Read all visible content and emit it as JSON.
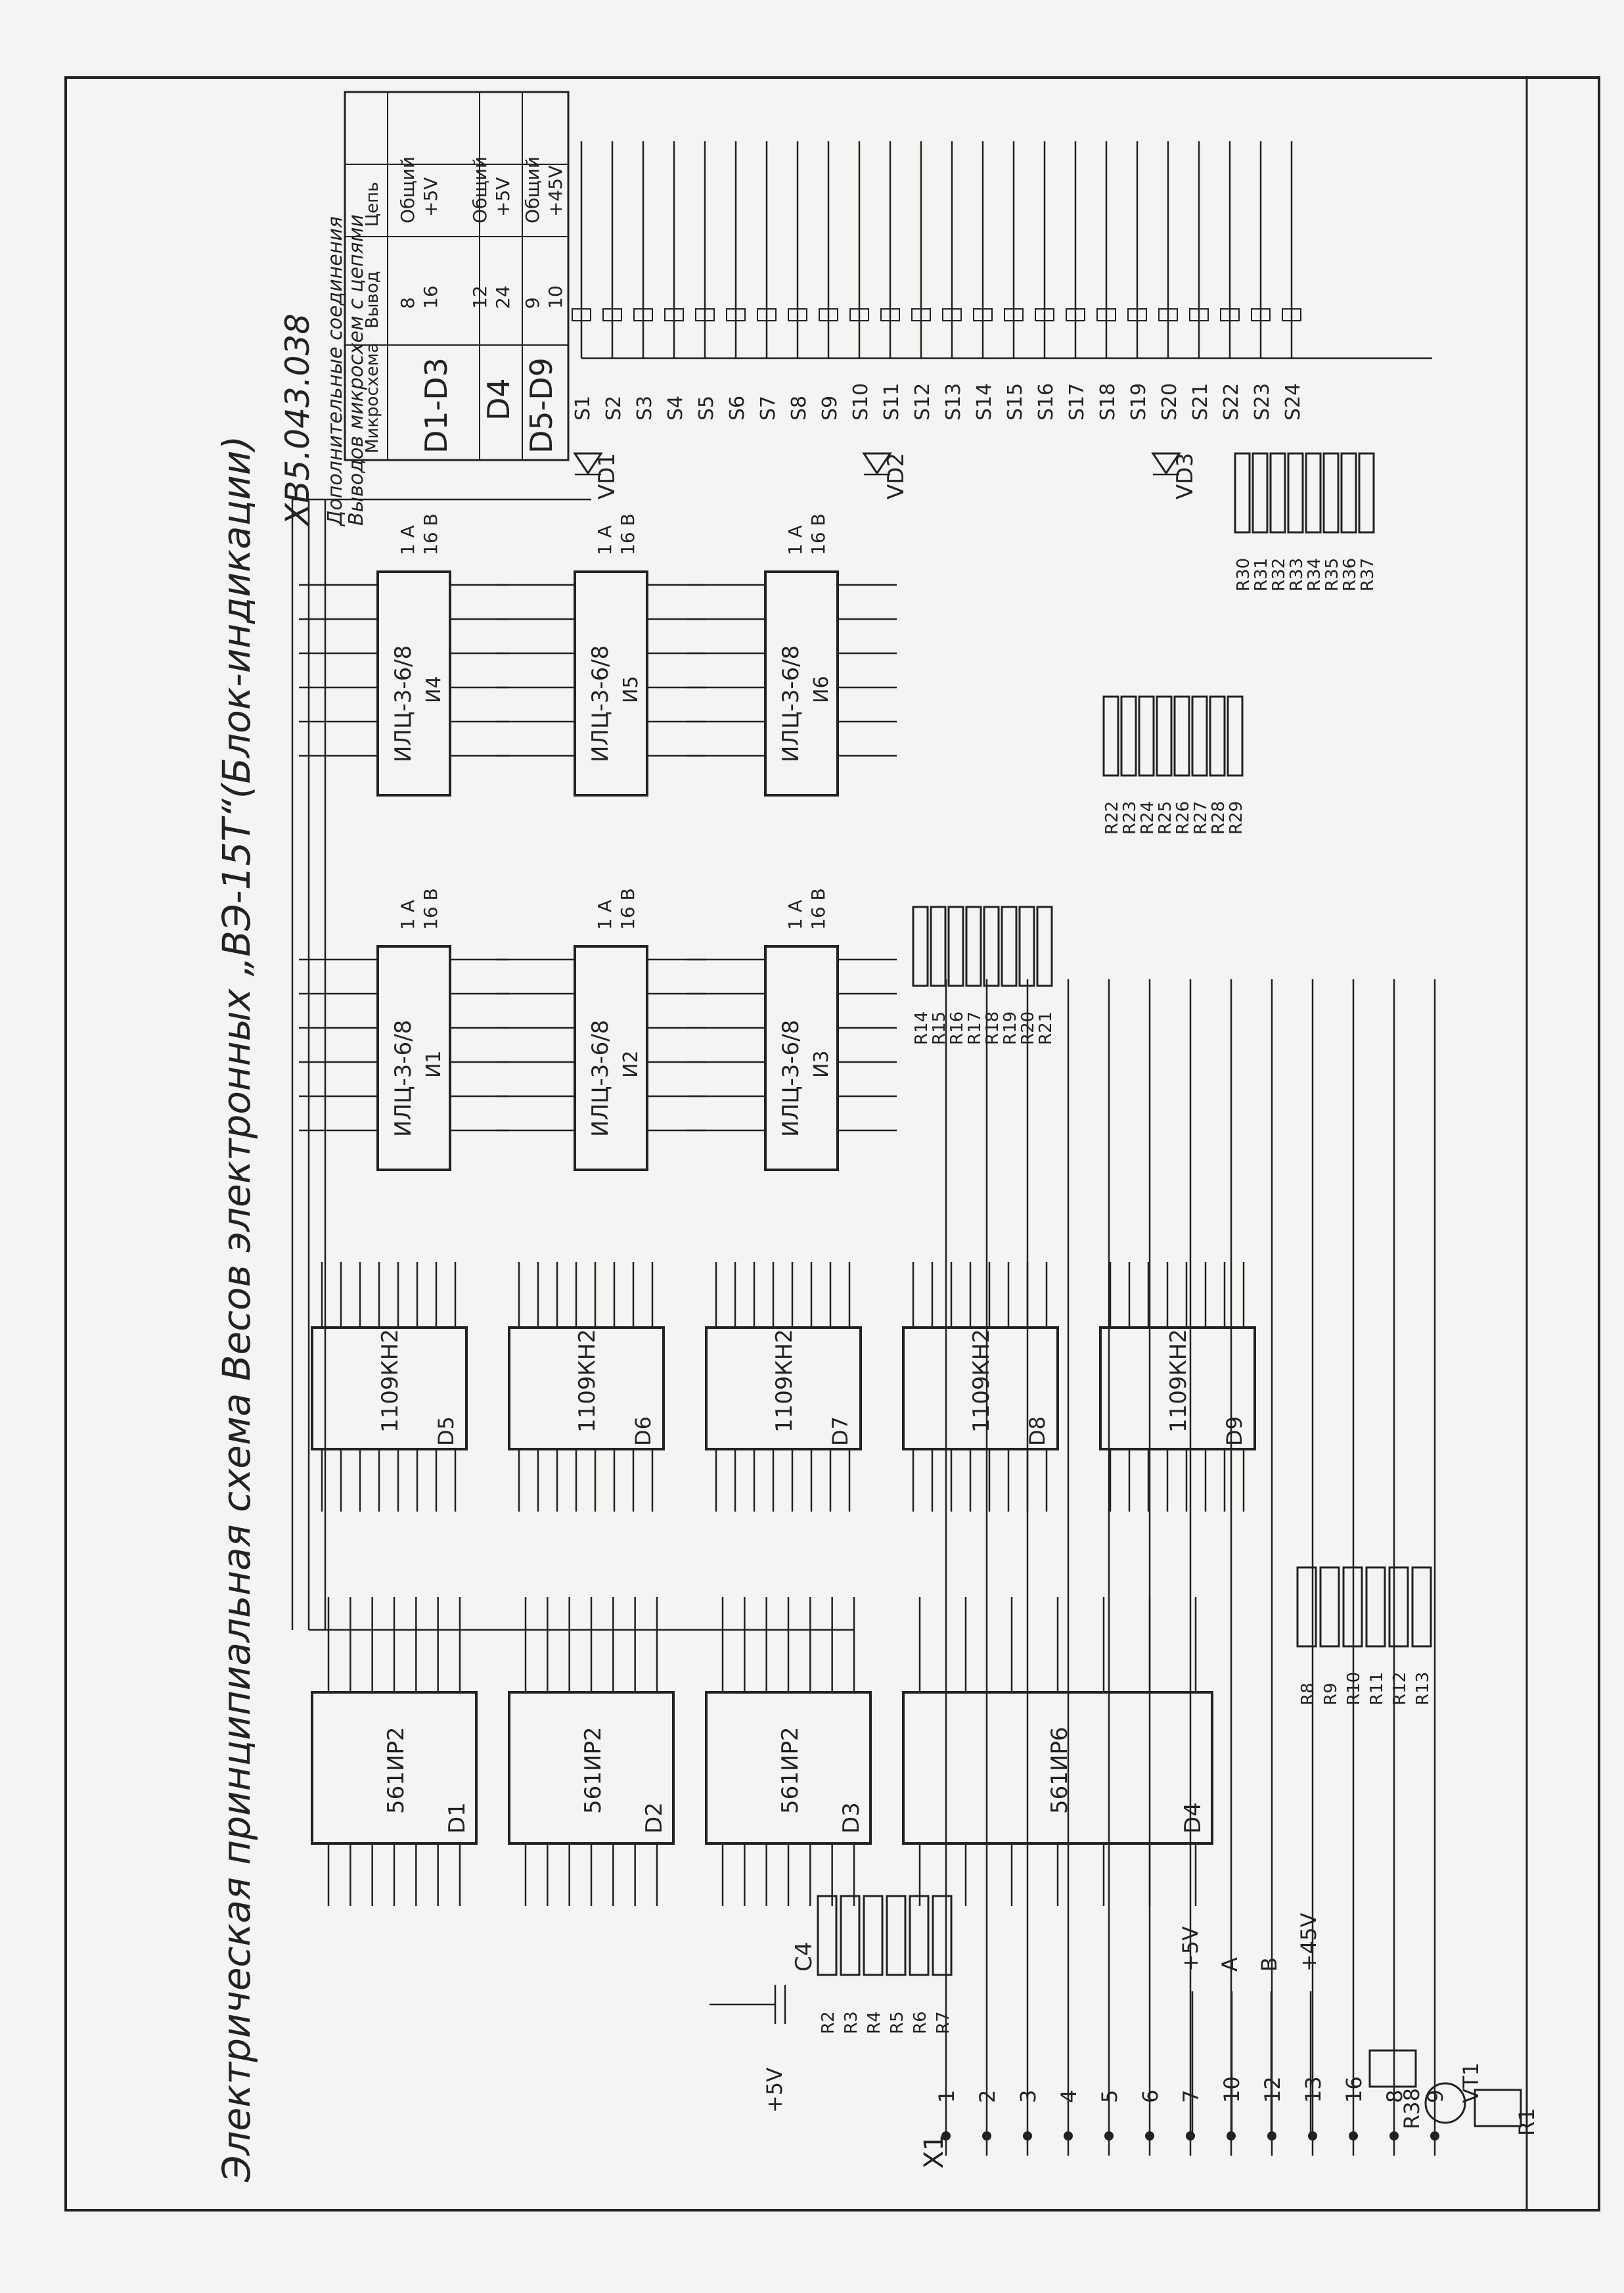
{
  "title": {
    "main": "Электрическая принципиальная схема Весов электронных „ВЭ-15Т“(Блок-индикации)",
    "doc_number": "ХВ5.043.038",
    "note_line1": "Дополнительные соединения",
    "note_line2": "Выводов микросхем с цепями"
  },
  "table": {
    "headers": [
      "Микросхема",
      "Вывод",
      "Цепь"
    ],
    "rows": [
      {
        "chip": "D1-D3",
        "pins": [
          "8",
          "16"
        ],
        "nets": [
          "Общий",
          "+5V"
        ]
      },
      {
        "chip": "D4",
        "pins": [
          "12",
          "24"
        ],
        "nets": [
          "Общий",
          "+5V"
        ]
      },
      {
        "chip": "D5-D9",
        "pins": [
          "9",
          "10"
        ],
        "nets": [
          "Общий",
          "+45V"
        ]
      }
    ]
  },
  "connector": {
    "name": "X1",
    "pins": [
      "1",
      "2",
      "3",
      "4",
      "5",
      "6",
      "7",
      "10",
      "12",
      "13",
      "16",
      "8",
      "9"
    ],
    "supply_label": "+5V"
  },
  "supply_nets": [
    "+5V",
    "A",
    "B",
    "+45V"
  ],
  "counters": [
    {
      "ref": "D1",
      "type": "561ИР2"
    },
    {
      "ref": "D2",
      "type": "561ИР2"
    },
    {
      "ref": "D3",
      "type": "561ИР2"
    },
    {
      "ref": "D4",
      "type": "561ИР6"
    }
  ],
  "drivers": [
    {
      "ref": "D5",
      "type": "1109КН2"
    },
    {
      "ref": "D6",
      "type": "1109КН2"
    },
    {
      "ref": "D7",
      "type": "1109КН2"
    },
    {
      "ref": "D8",
      "type": "1109КН2"
    },
    {
      "ref": "D9",
      "type": "1109КН2"
    }
  ],
  "displays": [
    {
      "ref": "И1",
      "type": "ИЛЦ-3-6/8"
    },
    {
      "ref": "И2",
      "type": "ИЛЦ-3-6/8"
    },
    {
      "ref": "И3",
      "type": "ИЛЦ-3-6/8"
    },
    {
      "ref": "И4",
      "type": "ИЛЦ-3-6/8"
    },
    {
      "ref": "И5",
      "type": "ИЛЦ-3-6/8"
    },
    {
      "ref": "И6",
      "type": "ИЛЦ-3-6/8"
    }
  ],
  "display_pin_labels": {
    "A": "1 A",
    "B": "16 B"
  },
  "switches": [
    "S1",
    "S2",
    "S3",
    "S4",
    "S5",
    "S6",
    "S7",
    "S8",
    "S9",
    "S10",
    "S11",
    "S12",
    "S13",
    "S14",
    "S15",
    "S16",
    "S17",
    "S18",
    "S19",
    "S20",
    "S21",
    "S22",
    "S23",
    "S24"
  ],
  "diodes": [
    "VD1",
    "VD2",
    "VD3"
  ],
  "transistor": "VT1",
  "capacitor": "C4",
  "resistors": {
    "r1": "R1",
    "r38": "R38",
    "left_group": [
      "R2",
      "R3",
      "R4",
      "R5",
      "R6",
      "R7"
    ],
    "r8_13": [
      "R8",
      "R9",
      "R10",
      "R11",
      "R12",
      "R13"
    ],
    "r14_21": [
      "R14",
      "R15",
      "R16",
      "R17",
      "R18",
      "R19",
      "R20",
      "R21"
    ],
    "r22_29": [
      "R22",
      "R23",
      "R24",
      "R25",
      "R26",
      "R27",
      "R28",
      "R29"
    ],
    "r30_37": [
      "R30",
      "R31",
      "R32",
      "R33",
      "R34",
      "R35",
      "R36",
      "R37"
    ]
  }
}
